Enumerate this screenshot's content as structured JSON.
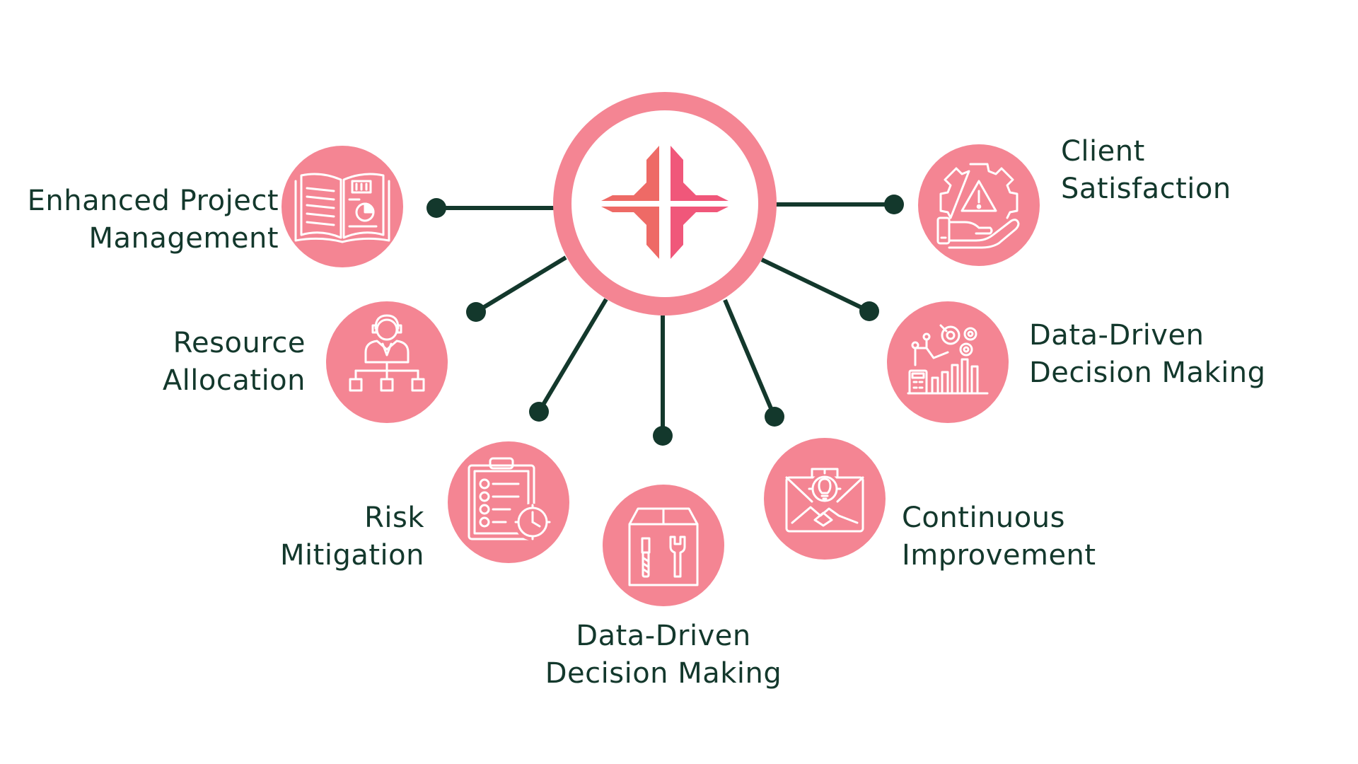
{
  "colors": {
    "node_fill": "#F48593",
    "hub_ring": "#F48593",
    "hub_inner": "#FFFFFF",
    "connector": "#13382C",
    "text": "#13382C",
    "logo_left": "#EE6A66",
    "logo_right": "#F0577A",
    "icon_line": "#FFFFFF"
  },
  "hub": {
    "icon": "brand-logo-icon"
  },
  "nodes": [
    {
      "id": "enhanced-project-management",
      "icon": "open-book-chart-icon",
      "label_lines": [
        "Enhanced Project",
        "Management"
      ]
    },
    {
      "id": "resource-allocation",
      "icon": "org-person-icon",
      "label_lines": [
        "Resource",
        "Allocation"
      ]
    },
    {
      "id": "risk-mitigation",
      "icon": "clipboard-checklist-clock-icon",
      "label_lines": [
        "Risk",
        "Mitigation"
      ]
    },
    {
      "id": "data-driven-decision-making-bottom",
      "icon": "toolbox-tools-icon",
      "label_lines": [
        "Data-Driven",
        "Decision Making"
      ]
    },
    {
      "id": "continuous-improvement",
      "icon": "briefcase-gear-bulb-icon",
      "label_lines": [
        "Continuous",
        "Improvement"
      ]
    },
    {
      "id": "data-driven-decision-making-right",
      "icon": "analytics-dashboard-icon",
      "label_lines": [
        "Data-Driven",
        "Decision Making"
      ]
    },
    {
      "id": "client-satisfaction",
      "icon": "gear-warning-hand-icon",
      "label_lines": [
        "Client",
        "Satisfaction"
      ]
    }
  ]
}
